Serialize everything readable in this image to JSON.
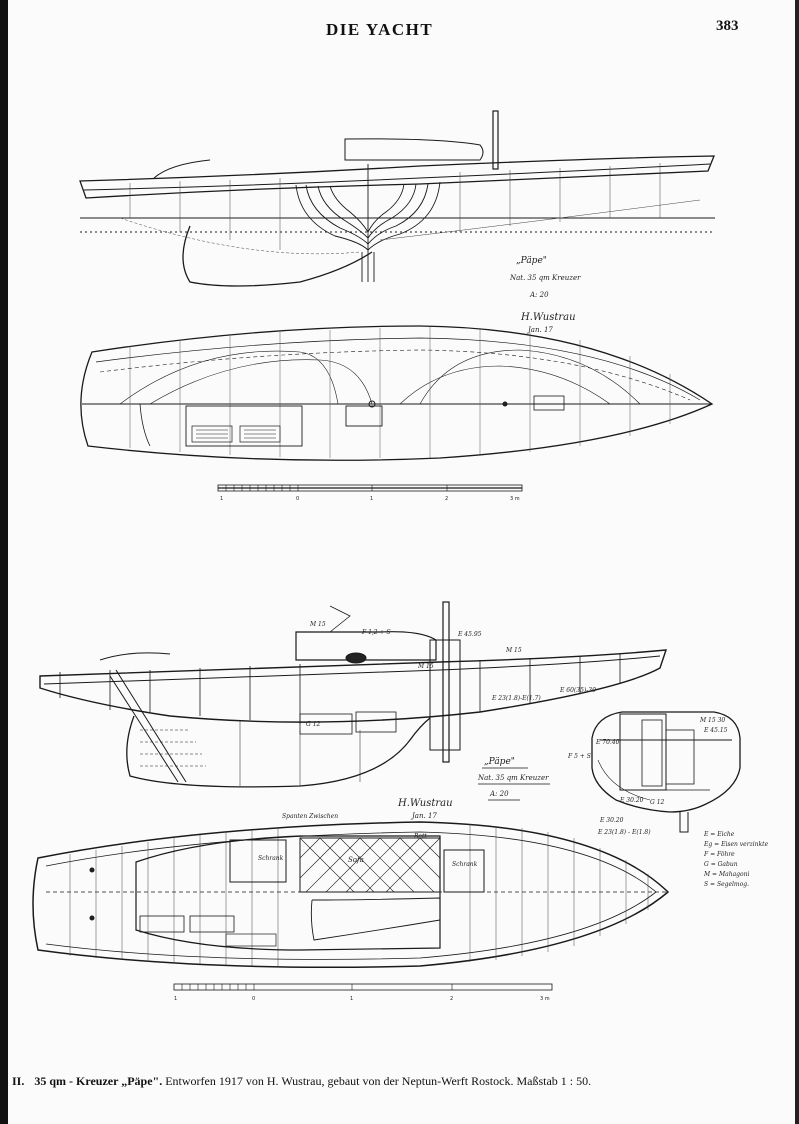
{
  "header": {
    "title": "DIE YACHT",
    "page_number": "383"
  },
  "drawing1": {
    "label_name": "„Päpe\"",
    "label_class": "Nat. 35 qm Kreuzer",
    "label_scale": "A: 20",
    "signature": "H.Wustrau",
    "date": "Jan. 17",
    "scale_ticks": [
      "1",
      "0",
      "1",
      "2",
      "3 m"
    ]
  },
  "drawing2": {
    "label_name": "„Päpe\"",
    "label_class": "Nat. 35 qm Kreuzer",
    "label_scale": "A: 20",
    "signature": "H.Wustrau",
    "date": "Jan. 17",
    "annotations": [
      "M 15",
      "F 1,2 + S",
      "M 15",
      "E 45.95",
      "M 15",
      "E 70.40",
      "F 5 + S",
      "M 15 30",
      "E 45.15",
      "E 30.20",
      "E 30.20",
      "G 12",
      "E 23(1.8) - E(1.8)",
      "G 12",
      "E 60(35)-30",
      "E 23(1.8)-E(1.7)"
    ],
    "legend": [
      "E = Eiche",
      "Eg = Eisen verzinkte",
      "F = Föhre",
      "G = Gabun",
      "M = Mahagoni",
      "S = Segelmog."
    ],
    "plan_labels": [
      "Schrank",
      "Sofa",
      "Schrank",
      "Bett",
      "Spanten Zwischen"
    ],
    "scale_ticks": [
      "1",
      "0",
      "1",
      "2",
      "3 m"
    ]
  },
  "caption": {
    "number": "II.",
    "title": "35 qm - Kreuzer „Päpe\".",
    "text": "Entworfen 1917 von H. Wustrau, gebaut von der Neptun-Werft Rostock.",
    "scale": "Maßstab 1 : 50."
  }
}
